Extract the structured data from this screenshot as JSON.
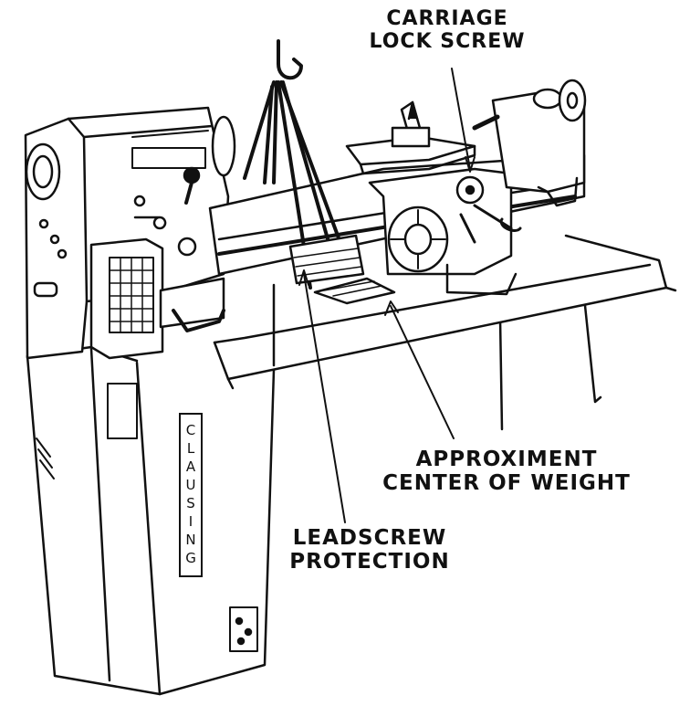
{
  "diagram": {
    "labels": {
      "carriage_lock_screw": "CARRIAGE\nLOCK SCREW",
      "center_of_weight": "APPROXIMENT\nCENTER OF WEIGHT",
      "leadscrew_protection": "LEADSCREW\nPROTECTION"
    },
    "nameplate": "CLAUSING",
    "line_color": "#111111",
    "background": "#ffffff"
  }
}
